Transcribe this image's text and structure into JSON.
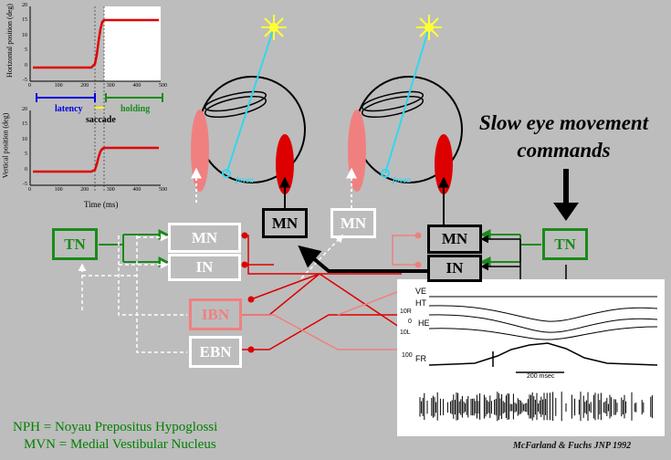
{
  "plot_top": {
    "ylabel": "Horizontal position (deg)",
    "yticks": [
      "20",
      "15",
      "10",
      "5",
      "0",
      "-5"
    ],
    "xticks": [
      "0",
      "100",
      "200",
      "300",
      "400",
      "500"
    ]
  },
  "plot_bottom": {
    "ylabel": "Vertical position (deg)",
    "yticks": [
      "20",
      "15",
      "10",
      "5",
      "0",
      "-5"
    ],
    "xticks": [
      "0",
      "100",
      "200",
      "300",
      "400",
      "500"
    ],
    "xlabel": "Time (ms)"
  },
  "phase_labels": {
    "latency": "latency",
    "saccade": "saccade",
    "holding": "holding"
  },
  "fovea_labels": [
    "fovea",
    "fovea"
  ],
  "slow_commands": "Slow eye movement commands",
  "boxes": {
    "tn_left": "TN",
    "mn_left": "MN",
    "in_left": "IN",
    "mn_black_left": "MN",
    "mn_white_mid": "MN",
    "mn_right": "MN",
    "in_right": "IN",
    "tn_right": "TN",
    "ibn": "IBN",
    "ebn": "EBN"
  },
  "recording": {
    "traces": [
      "VE",
      "HT",
      "HE",
      "FR"
    ],
    "axis": [
      "10R",
      "0",
      "10L",
      "100"
    ],
    "scale": "200 msec"
  },
  "footer": {
    "line1": "NPH = Noyau Prepositus Hypoglossi",
    "line2": "MVN = Medial Vestibular Nucleus"
  },
  "citation": "McFarland & Fuchs JNP 1992",
  "colors": {
    "green": "#1a8a1a",
    "red": "#e00000",
    "pink": "#f08080",
    "cyan": "#33d6ee",
    "yellow": "#ffff33"
  }
}
